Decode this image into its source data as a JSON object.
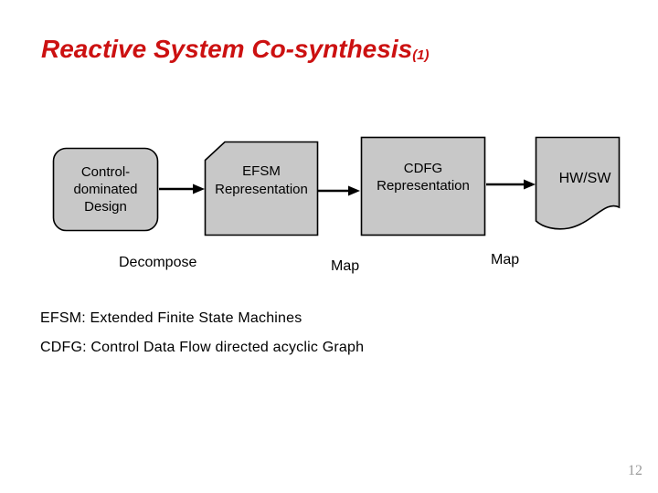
{
  "slide": {
    "title": "Reactive System Co-synthesis",
    "title_suffix": "(1)",
    "page_number": "12"
  },
  "diagram": {
    "nodes": [
      {
        "id": "control-dominated-design",
        "shape": "rounded-rectangle",
        "label": "Control-\ndominated\nDesign"
      },
      {
        "id": "efsm-representation",
        "shape": "snip-corner-rectangle",
        "label": "EFSM\nRepresentation"
      },
      {
        "id": "cdfg-representation",
        "shape": "rectangle",
        "label": "CDFG\nRepresentation"
      },
      {
        "id": "hw-sw",
        "shape": "document",
        "label": "HW/SW"
      }
    ],
    "edges": [
      {
        "from": "control-dominated-design",
        "to": "efsm-representation",
        "label": "Decompose"
      },
      {
        "from": "efsm-representation",
        "to": "cdfg-representation",
        "label": "Map"
      },
      {
        "from": "cdfg-representation",
        "to": "hw-sw",
        "label": "Map"
      }
    ]
  },
  "legend": {
    "lines": [
      "EFSM: Extended Finite State Machines",
      "CDFG: Control Data Flow directed acyclic Graph"
    ]
  },
  "colors": {
    "title_red": "#cc1111",
    "shape_fill": "#c8c8c8",
    "shape_stroke": "#000000",
    "body_text": "#000000",
    "page_number_gray": "#9a9a9a",
    "background": "#ffffff"
  }
}
